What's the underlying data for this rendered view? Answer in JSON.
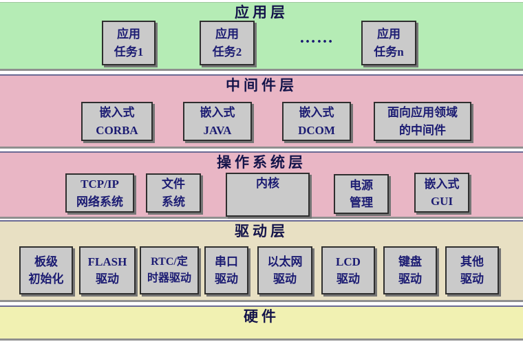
{
  "diagram": {
    "description": "嵌入式系统软件体系结构分层图",
    "colors": {
      "application_layer_bg": "#b5ecb5",
      "middleware_layer_bg": "#e9b6c5",
      "os_layer_bg": "#e9b6c5",
      "driver_layer_bg": "#e8e0c3",
      "hardware_layer_bg": "#f1f1b2",
      "box_bg": "#cacaca",
      "box_border": "#2e2e2e",
      "box_shadow": "#757575",
      "text_navy": "#1b1b72",
      "title_navy": "#14144a",
      "panel_top_rule": "#6a6a94",
      "panel_bottom_rule": "#8f8f8f"
    },
    "layers": [
      {
        "title": "应用层",
        "ellipsis": "……",
        "boxes": [
          {
            "lines": [
              "应用",
              "任务1"
            ]
          },
          {
            "lines": [
              "应用",
              "任务2"
            ]
          },
          {
            "lines": [
              "应用",
              "任务n"
            ]
          }
        ]
      },
      {
        "title": "中间件层",
        "boxes": [
          {
            "lines": [
              "嵌入式",
              "CORBA"
            ]
          },
          {
            "lines": [
              "嵌入式",
              "JAVA"
            ]
          },
          {
            "lines": [
              "嵌入式",
              "DCOM"
            ]
          },
          {
            "lines": [
              "面向应用领域",
              "的中间件"
            ]
          }
        ]
      },
      {
        "title": "操作系统层",
        "boxes": [
          {
            "lines": [
              "TCP/IP",
              "网络系统"
            ]
          },
          {
            "lines": [
              "文件",
              "系统"
            ]
          },
          {
            "lines": [
              "内核"
            ]
          },
          {
            "lines": [
              "电源",
              "管理"
            ]
          },
          {
            "lines": [
              "嵌入式",
              "GUI"
            ]
          }
        ]
      },
      {
        "title": "驱动层",
        "boxes": [
          {
            "lines": [
              "板级",
              "初始化"
            ]
          },
          {
            "lines": [
              "FLASH",
              "驱动"
            ]
          },
          {
            "lines": [
              "RTC/定",
              "时器驱动"
            ]
          },
          {
            "lines": [
              "串口",
              "驱动"
            ]
          },
          {
            "lines": [
              "以太网",
              "驱动"
            ]
          },
          {
            "lines": [
              "LCD",
              "驱动"
            ]
          },
          {
            "lines": [
              "键盘",
              "驱动"
            ]
          },
          {
            "lines": [
              "其他",
              "驱动"
            ]
          }
        ]
      },
      {
        "title": "硬件"
      }
    ]
  }
}
